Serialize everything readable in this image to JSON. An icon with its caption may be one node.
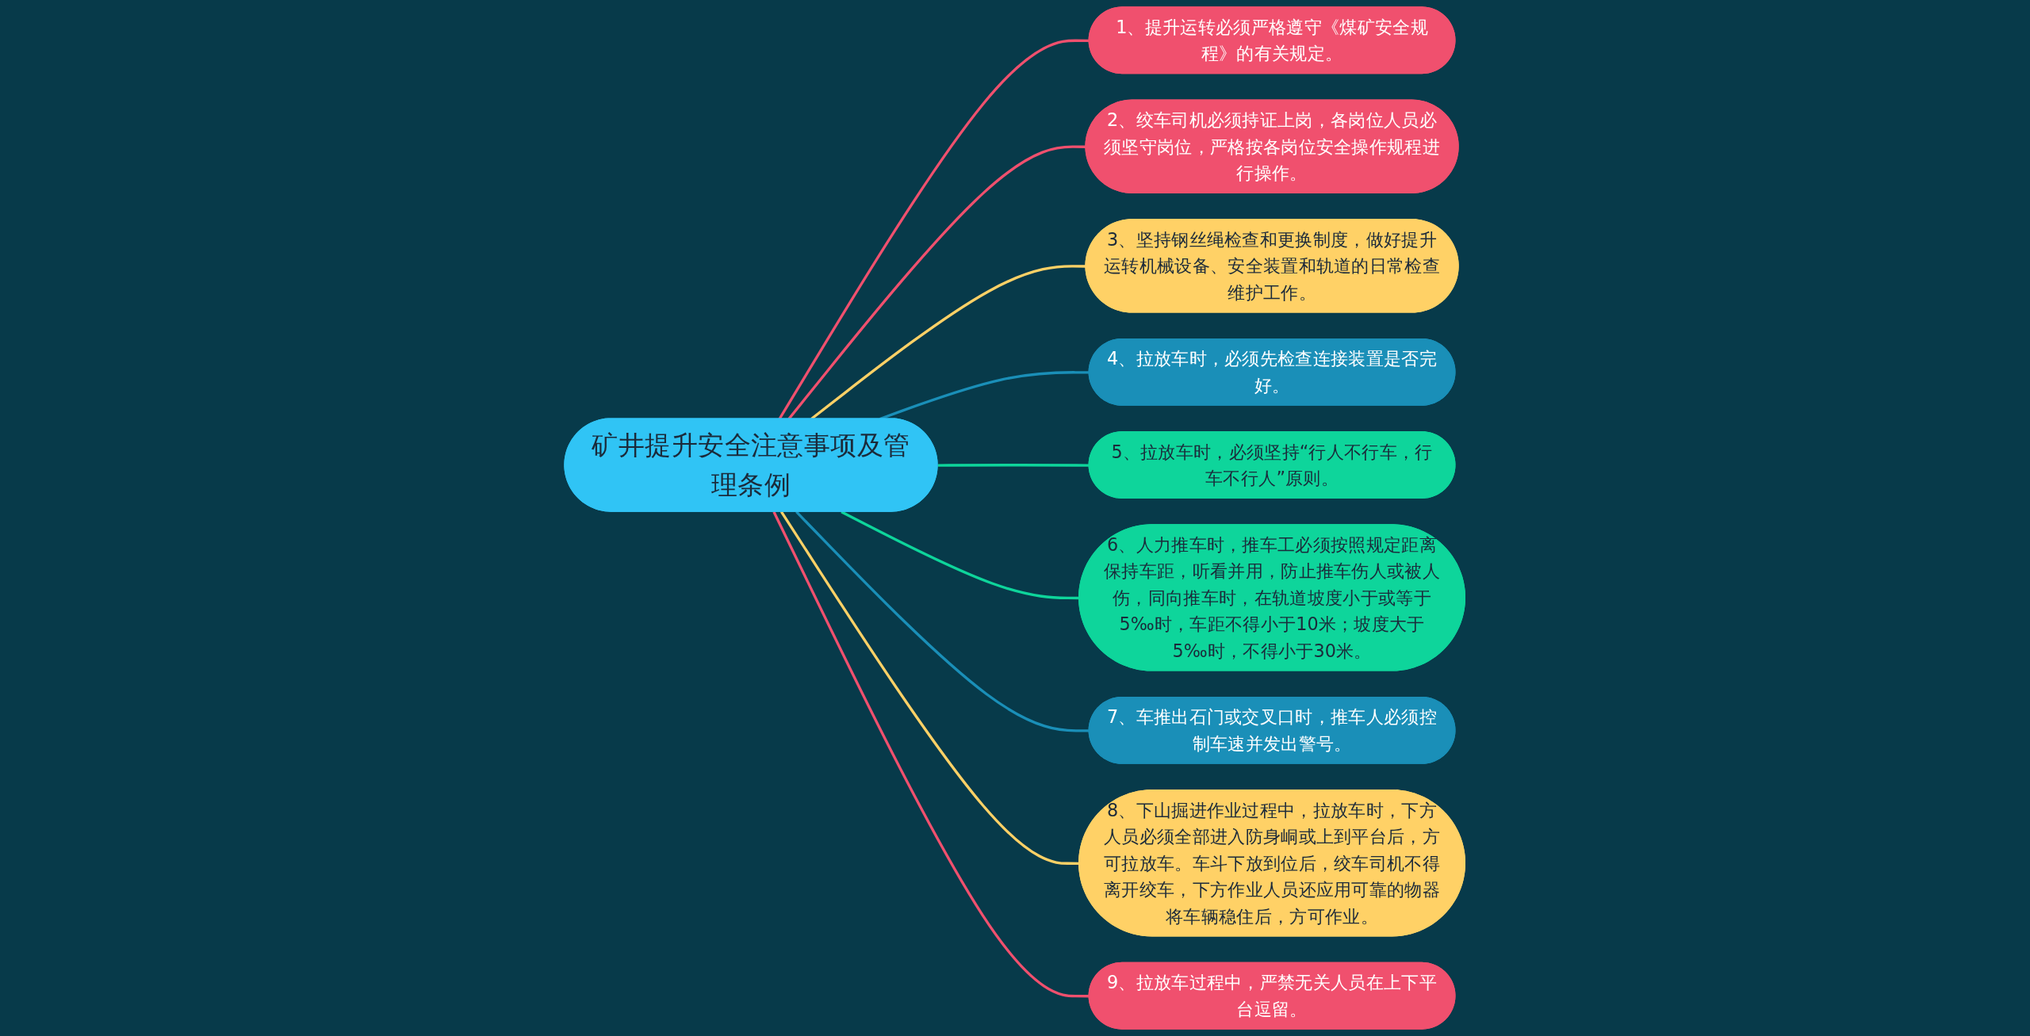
{
  "diagram": {
    "nodes": [
      {
        "text": [
          "矿井提升安全注意事项及管理条例"
        ]
      },
      {
        "text": [
          "1、提升运转必须严格遵守《煤矿安全规程》的有关规定。"
        ]
      },
      {
        "text": [
          "2、绞车司机必须持证上岗，各岗位人员必须坚守岗位，严格按各岗位安全操作规程进行操作。"
        ]
      },
      {
        "text": [
          "3、坚持钢丝绳检查和更换制度，做好提升运转机械设备、安全装置和轨道的日常检查维护工作。"
        ]
      },
      {
        "text": [
          "4、拉放车时，必须先检查连接装置是否完好。"
        ]
      },
      {
        "text": [
          "5、拉放车时，必须坚持“行人不行车，行车不行人”原则。"
        ]
      },
      {
        "text": [
          "6、人力推车时，推车工必须按照规定距离保持车距，听看并用，防止推车伤人或被人伤，同向推车时，在轨道坡度小于或等于5‰时，车距不得小于10米；坡度大于5‰时，不得小于30米。"
        ]
      },
      {
        "text": [
          "7、车推出石门或交叉口时，推车人必须控制车速并发出警号。"
        ]
      },
      {
        "text": [
          "8、下山掘进作业过程中，拉放车时，下方人员必须全部进入防身峒或上到平台后，方可拉放车。车斗下放到位后，绞车司机不得离开绞车，下方作业人员还应用可靠的物器将车辆稳住后，方可作业。"
        ]
      },
      {
        "text": [
          "9、拉放车过程中，严禁无关人员在上下平台逗留。"
        ]
      }
    ],
    "edges": [
      {
        "from": 0,
        "to": 1,
        "arrow": "none",
        "color": "#f0506e"
      },
      {
        "from": 0,
        "to": 2,
        "arrow": "none",
        "color": "#f0506e"
      },
      {
        "from": 0,
        "to": 3,
        "arrow": "none",
        "color": "#ffd166"
      },
      {
        "from": 0,
        "to": 4,
        "arrow": "none",
        "color": "#1a8fb8"
      },
      {
        "from": 0,
        "to": 5,
        "arrow": "none",
        "color": "#0ed59b"
      },
      {
        "from": 0,
        "to": 6,
        "arrow": "none",
        "color": "#0ed59b"
      },
      {
        "from": 0,
        "to": 7,
        "arrow": "none",
        "color": "#1a8fb8"
      },
      {
        "from": 0,
        "to": 8,
        "arrow": "none",
        "color": "#ffd166"
      },
      {
        "from": 0,
        "to": 9,
        "arrow": "none",
        "color": "#f0506e"
      }
    ]
  }
}
